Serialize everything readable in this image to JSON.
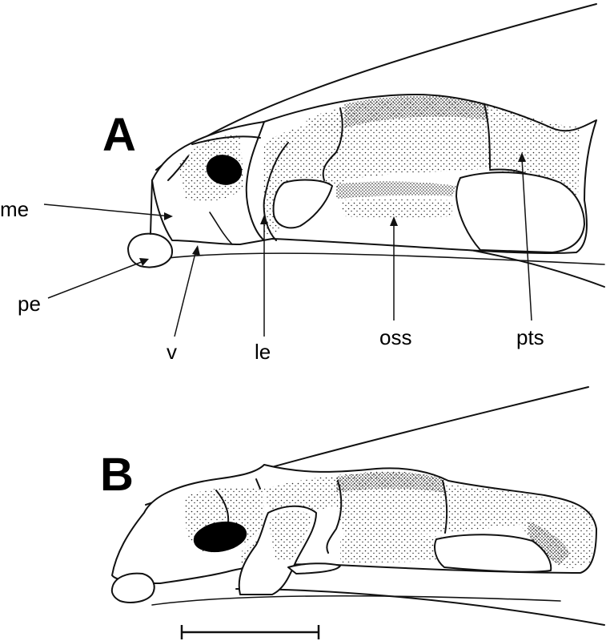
{
  "panels": {
    "a": {
      "letter": "A"
    },
    "b": {
      "letter": "B"
    }
  },
  "labels": {
    "me": "me",
    "pe": "pe",
    "v": "v",
    "le": "le",
    "oss": "oss",
    "pts": "pts"
  },
  "colors": {
    "ink": "#111111",
    "eye": "#000000",
    "paper": "#ffffff"
  }
}
